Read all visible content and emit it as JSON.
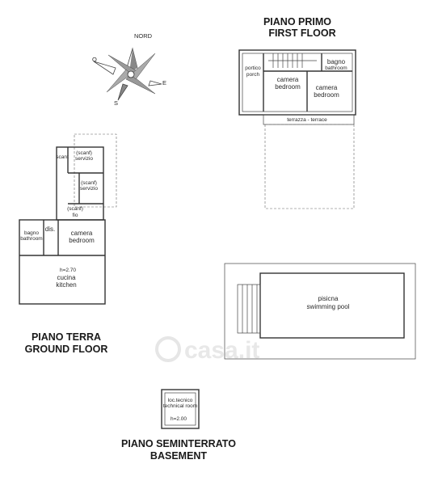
{
  "compass": {
    "nord": "NORD",
    "o": "O",
    "e": "E",
    "s": "S"
  },
  "first_floor": {
    "title_it": "PIANO PRIMO",
    "title_en": "FIRST FLOOR",
    "porch": [
      "portico",
      "porch"
    ],
    "bathroom": [
      "bagno",
      "bathroom"
    ],
    "bedroom1": [
      "camera",
      "bedroom"
    ],
    "bedroom2": [
      "camera",
      "bedroom"
    ],
    "terrace": "terrazza - terrace"
  },
  "ground_floor": {
    "title_it": "PIANO TERRA",
    "title_en": "GROUND FLOOR",
    "service1": [
      "(scanf)",
      "servizio"
    ],
    "scant": "scant",
    "service2": [
      "(scanf)",
      "servizio"
    ],
    "service3": [
      "(scanf)",
      "fio"
    ],
    "dis": "dis.",
    "bathroom": [
      "bagno",
      "bathroom"
    ],
    "bedroom": [
      "camera",
      "bedroom"
    ],
    "height": "h=2.70",
    "kitchen": [
      "cucina",
      "kitchen"
    ]
  },
  "pool": {
    "label_it": "pisicna",
    "label_en": "swimming pool"
  },
  "basement": {
    "title_it": "PIANO SEMINTERRATO",
    "title_en": "BASEMENT",
    "room": [
      "loc.tecnico",
      "technical room"
    ],
    "height": "h=2.00"
  },
  "watermark": "casa.it"
}
